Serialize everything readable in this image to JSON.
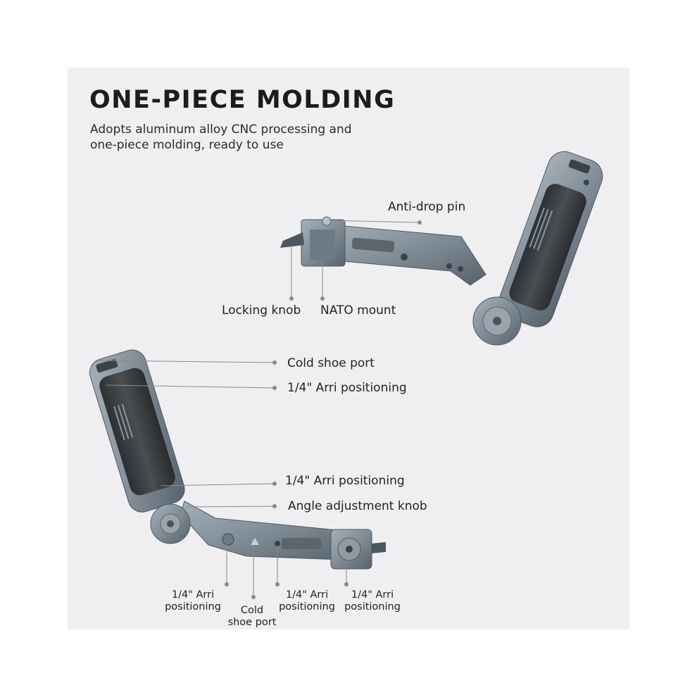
{
  "title": "ONE-PIECE MOLDING",
  "subtitle_line1": "Adopts aluminum alloy CNC processing and",
  "subtitle_line2": "one-piece molding, ready to use",
  "labels": {
    "anti_drop_pin": "Anti-drop pin",
    "locking_knob": "Locking knob",
    "nato_mount": "NATO mount",
    "cold_shoe_port_top": "Cold shoe port",
    "arri_positioning_1": "1/4\" Arri positioning",
    "arri_positioning_2": "1/4\" Arri positioning",
    "angle_adjustment_knob": "Angle adjustment knob",
    "bottom_arri_1_line1": "1/4\" Arri",
    "bottom_arri_1_line2": "positioning",
    "bottom_cold_line1": "Cold",
    "bottom_cold_line2": "shoe port",
    "bottom_arri_2_line1": "1/4\" Arri",
    "bottom_arri_2_line2": "positioning",
    "bottom_arri_3_line1": "1/4\" Arri",
    "bottom_arri_3_line2": "positioning"
  },
  "colors": {
    "background": "#efeff1",
    "metal": "#7f8c96",
    "metal_dark": "#5b6770",
    "grip": "#3d4042",
    "leader": "#8a8a8a"
  }
}
